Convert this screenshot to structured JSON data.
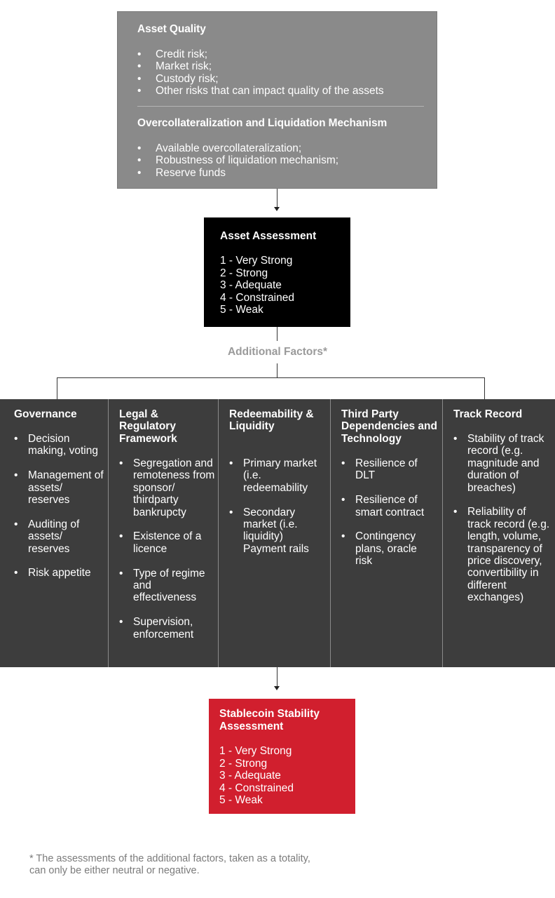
{
  "top_box": {
    "section1_title": "Asset Quality",
    "section1_items": [
      "Credit risk;",
      "Market risk;",
      "Custody risk;",
      "Other risks that can impact quality of the assets"
    ],
    "section2_title": "Overcollateralization and Liquidation Mechanism",
    "section2_items": [
      "Available overcollateralization;",
      "Robustness of liquidation mechanism;",
      "Reserve funds"
    ]
  },
  "asset_assessment": {
    "title": "Asset Assessment",
    "ratings": [
      "1 - Very Strong",
      "2 - Strong",
      "3 - Adequate",
      "4 - Constrained",
      "5 - Weak"
    ]
  },
  "additional_factors_label": "Additional Factors*",
  "factors": [
    {
      "title": "Governance",
      "items": [
        "Decision making, voting",
        "Management of assets/ reserves",
        "Auditing of assets/ reserves",
        "Risk appetite"
      ]
    },
    {
      "title": "Legal & Regulatory Framework",
      "items": [
        "Segregation and remoteness from sponsor/ thirdparty bankrupcty",
        "Existence of a licence",
        "Type of regime and effectiveness",
        "Supervision, enforcement"
      ]
    },
    {
      "title": "Redeemability & Liquidity",
      "items": [
        "Primary market (i.e. redeemability",
        "Secondary market (i.e. liquidity) Payment rails"
      ]
    },
    {
      "title": "Third Party Dependencies and Technology",
      "items": [
        "Resilience of DLT",
        "Resilience of smart contract",
        "Contingency plans, oracle risk"
      ]
    },
    {
      "title": "Track Record",
      "items": [
        "Stability of track record (e.g. magnitude and duration of breaches)",
        "Reliability of track record (e.g. length, volume, transparency of price discovery, convertibility in different exchanges)"
      ]
    }
  ],
  "stablecoin_assessment": {
    "title": "Stablecoin Stability Assessment",
    "ratings": [
      "1 - Very Strong",
      "2 - Strong",
      "3 - Adequate",
      "4 - Constrained",
      "5 - Weak"
    ]
  },
  "footnote": "* The assessments of the additional factors, taken as a totality, can only be either neutral or negative.",
  "colors": {
    "top_box": "#8a8a8a",
    "asset_box": "#000000",
    "factor_panel": "#3d3d3d",
    "stablecoin_box": "#d11f2e",
    "muted_text": "#9a9a9a"
  }
}
